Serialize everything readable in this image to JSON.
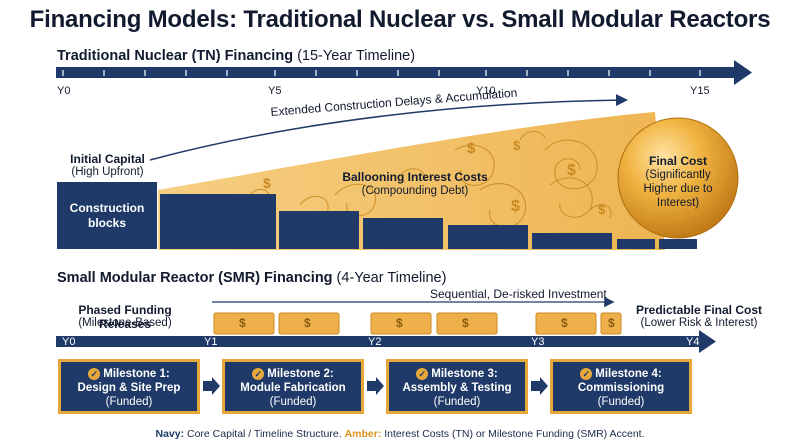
{
  "title": "Financing Models: Traditional Nuclear vs. Small Modular Reactors",
  "colors": {
    "navy": "#1f3a68",
    "amber": "#e6a83a",
    "amber_dark": "#c98a22"
  },
  "tn": {
    "title_bold": "Traditional Nuclear (TN) Financing",
    "title_rest": " (15-Year Timeline)",
    "ticks": [
      "Y0",
      "Y5",
      "Y10",
      "Y15"
    ],
    "delay_label": "Extended Construction Delays & Accumulation",
    "initial_capital": {
      "title": "Initial Capital",
      "subtitle": "(High Upfront)"
    },
    "construction_blocks": "Construction blocks",
    "interest": {
      "title": "Ballooning Interest Costs",
      "subtitle": "(Compounding Debt)"
    },
    "final_cost": {
      "title": "Final Cost",
      "subtitle": "(Significantly Higher due to Interest)"
    },
    "dollar_symbol": "$"
  },
  "smr": {
    "title_bold": "Small Modular Reactor (SMR) Financing",
    "title_rest": " (4-Year Timeline)",
    "ticks": [
      "Y0",
      "Y1",
      "Y2",
      "Y3",
      "Y4"
    ],
    "phased": {
      "title": "Phased Funding Releases",
      "subtitle": "(Milestone-Based)"
    },
    "sequential_label": "Sequential, De-risked Investment",
    "predictable": {
      "title": "Predictable Final Cost",
      "subtitle": "(Lower Risk & Interest)"
    },
    "dollar_symbol": "$",
    "milestones": [
      {
        "title": "Milestone 1:",
        "name": "Design & Site Prep",
        "status": "(Funded)"
      },
      {
        "title": "Milestone 2:",
        "name": "Module Fabrication",
        "status": "(Funded)"
      },
      {
        "title": "Milestone 3:",
        "name": "Assembly & Testing",
        "status": "(Funded)"
      },
      {
        "title": "Milestone 4:",
        "name": "Commissioning",
        "status": "(Funded)"
      }
    ]
  },
  "footer": {
    "navy_key": "Navy:",
    "navy_text": " Core Capital / Timeline Structure. ",
    "amber_key": "Amber:",
    "amber_text": " Interest Costs (TN) or Milestone Funding (SMR) Accent."
  }
}
